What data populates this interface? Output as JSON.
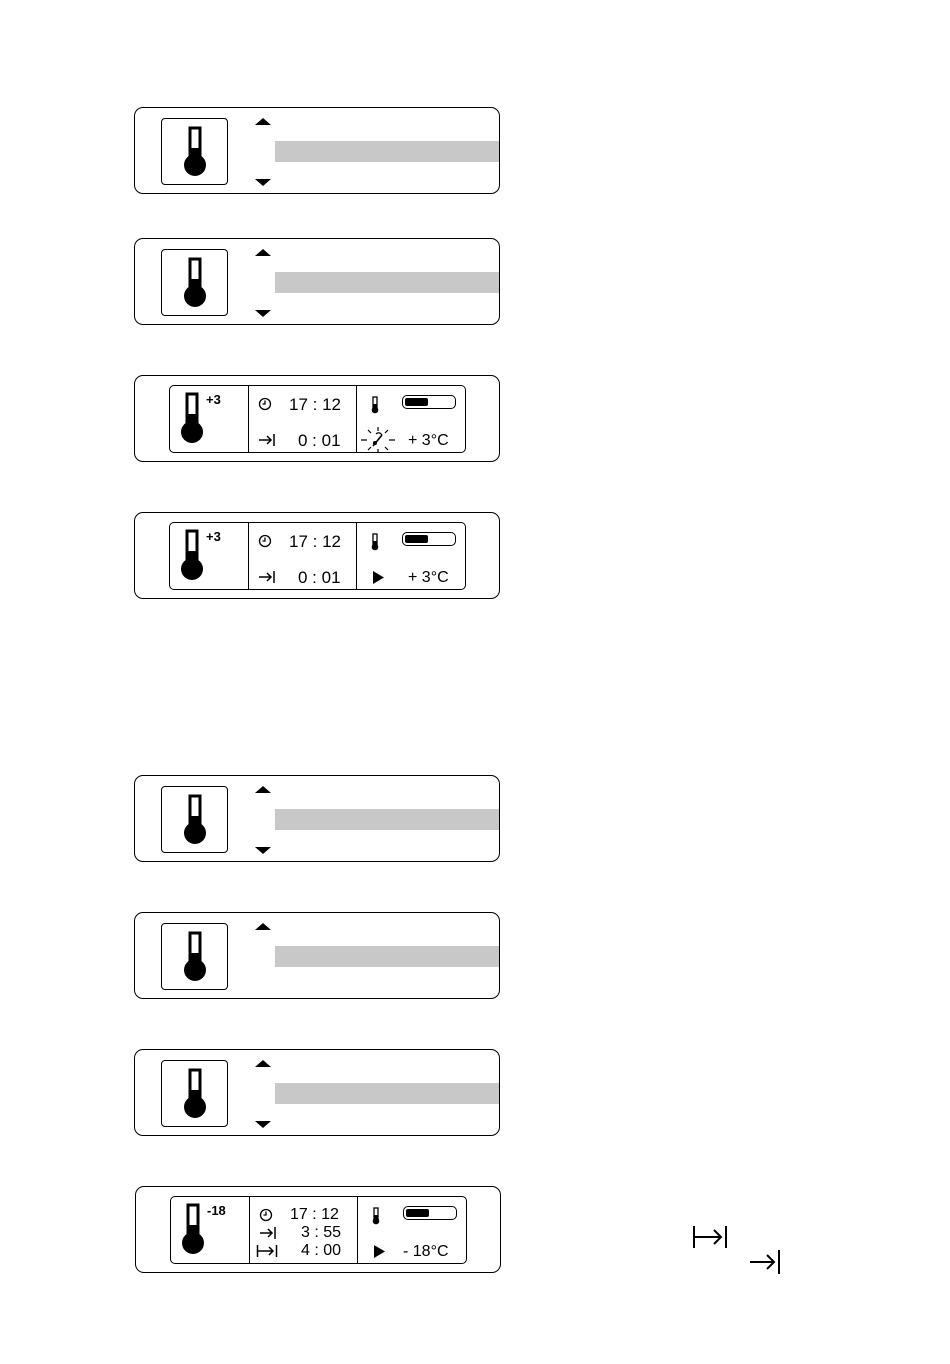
{
  "fridge_status": {
    "setpoint": "+3",
    "clock": "17 : 12",
    "elapsed": "0 : 01",
    "temperature": "+ 3°C",
    "gauge_level": 0.45
  },
  "freezer_status": {
    "setpoint": "-18",
    "clock": "17 : 12",
    "elapsed": "3 : 55",
    "total": "4 : 00",
    "temperature": "- 18°C",
    "gauge_level": 0.45
  },
  "icons": {
    "thermometer": "thermometer-icon",
    "clock": "clock-icon",
    "elapsed": "arrow-to-bar-icon",
    "total": "bar-arrow-bar-icon",
    "running": "play-icon",
    "cooling_wait": "sun-needle-icon"
  }
}
